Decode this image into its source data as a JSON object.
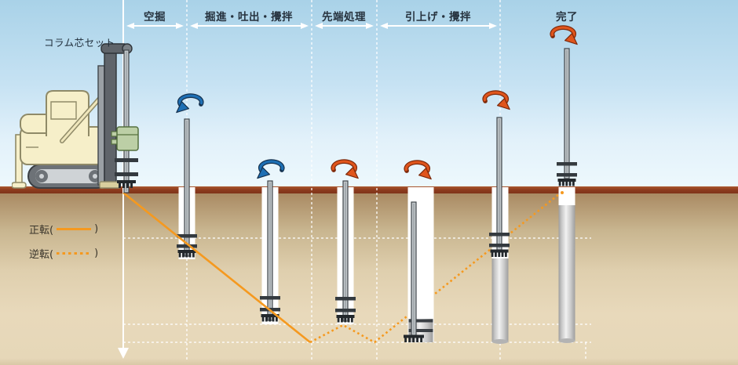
{
  "machine_label": "コラム芯セット",
  "sections": [
    {
      "label": "空掘"
    },
    {
      "label": "掘進・吐出・攪拌"
    },
    {
      "label": "先端処理"
    },
    {
      "label": "引上げ・攪拌"
    },
    {
      "label": "完了"
    }
  ],
  "legend": {
    "forward": {
      "prefix": "正転(",
      "suffix": ")"
    },
    "reverse": {
      "prefix": "逆転(",
      "suffix": ")"
    }
  },
  "icons": {
    "counterclockwise_rotation": "rotation-arrow-ccw-icon",
    "clockwise_rotation": "rotation-arrow-cw-icon",
    "depth_axis": "down-arrow-icon"
  },
  "colors": {
    "sky_top": "#a9d2e8",
    "sky_bottom": "#edf8fd",
    "ground_band": "#8e3c1e",
    "ground_top": "#a98a63",
    "ground_bottom": "#e6d7b8",
    "grid_line": "#ffffff",
    "rotation_ccw": "#1e6fb4",
    "rotation_ccw_outline": "#16324f",
    "rotation_cw": "#e0551c",
    "rotation_cw_outline": "#7d2a0c",
    "path_line": "#f5991f",
    "hole": "#ffffff",
    "column_mid": "#f1f1f1",
    "column_edge": "#9d9d9d"
  }
}
